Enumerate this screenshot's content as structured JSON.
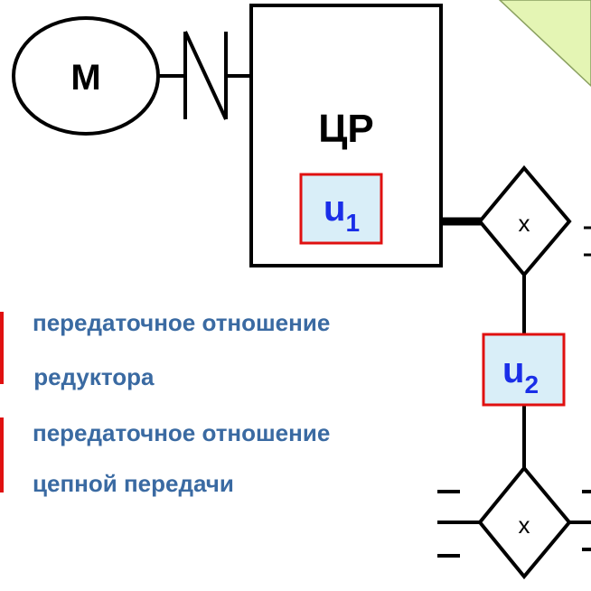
{
  "motor": {
    "label": "M"
  },
  "reducer": {
    "label": "ЦР"
  },
  "u1": {
    "base": "u",
    "sub": "1"
  },
  "u2": {
    "base": "u",
    "sub": "2"
  },
  "joint_top": {
    "label": "x"
  },
  "joint_bottom": {
    "label": "x"
  },
  "legend": {
    "u1_line1": "передаточное отношение",
    "u1_line2": " редуктора",
    "u2_line1": "передаточное отношение",
    "u2_line2": "цепной передачи"
  },
  "colors": {
    "text_blue": "#3a6aa2",
    "subscript_blue": "#1a2ee8",
    "box_fill": "#d9eef8",
    "box_border": "#e01010",
    "triangle_fill": "#e4f5b4"
  }
}
